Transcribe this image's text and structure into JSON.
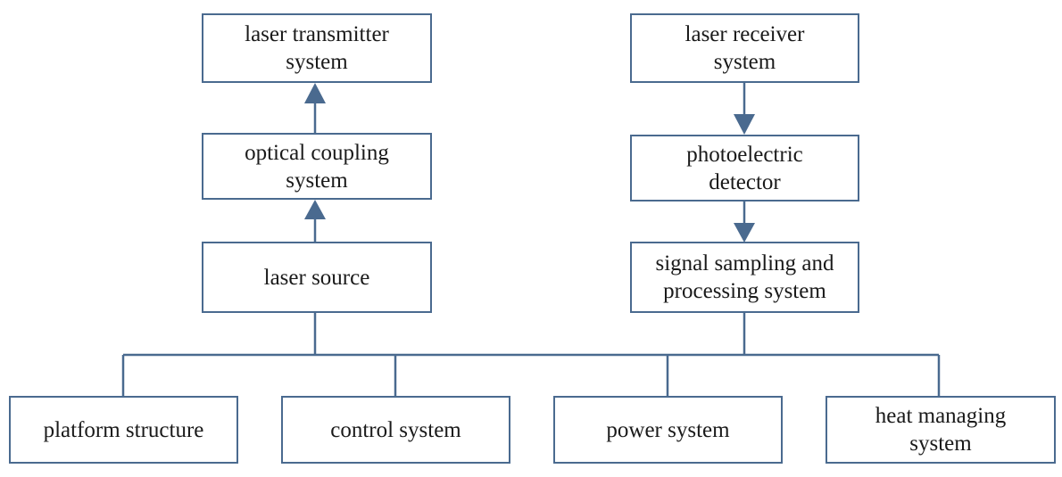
{
  "colors": {
    "box_border": "#4a6a8f",
    "connector": "#4a6a8f",
    "text": "#1a1a1a"
  },
  "boxes": {
    "laser_transmitter": "laser transmitter\nsystem",
    "optical_coupling": "optical coupling\nsystem",
    "laser_source": "laser source",
    "laser_receiver": "laser receiver\nsystem",
    "photoelectric_detector": "photoelectric\ndetector",
    "signal_sampling": "signal sampling and\nprocessing system",
    "platform_structure": "platform structure",
    "control_system": "control system",
    "power_system": "power system",
    "heat_managing": "heat managing\nsystem"
  }
}
